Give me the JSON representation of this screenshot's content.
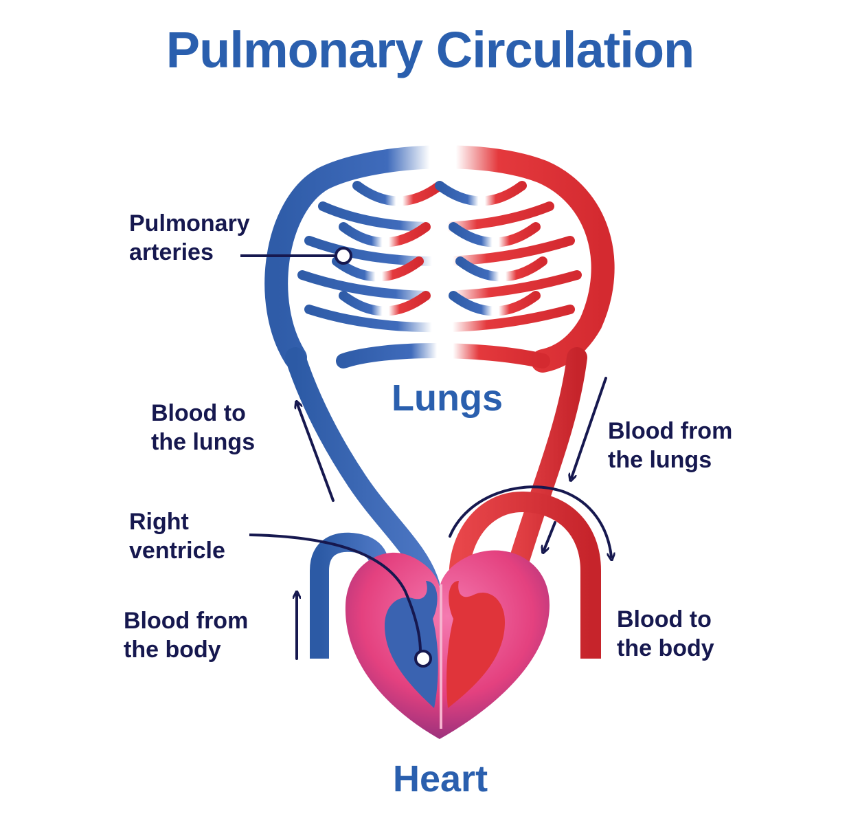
{
  "title": "Pulmonary Circulation",
  "regions": {
    "lungs": "Lungs",
    "heart": "Heart"
  },
  "labels": {
    "pulmonary_arteries": [
      "Pulmonary",
      "arteries"
    ],
    "blood_to_lungs": [
      "Blood to",
      "the lungs"
    ],
    "right_ventricle": [
      "Right",
      "ventricle"
    ],
    "blood_from_body": [
      "Blood from",
      "the body"
    ],
    "blood_from_lungs": [
      "Blood from",
      "the lungs"
    ],
    "blood_to_body": [
      "Blood to",
      "the body"
    ]
  },
  "colors": {
    "title": "#2a5fae",
    "label_text": "#16184f",
    "deoxygenated_blue": "#3d64ad",
    "oxygenated_red": "#e0343a",
    "heart_pink": "#e4417f",
    "arrow": "#16184f"
  }
}
